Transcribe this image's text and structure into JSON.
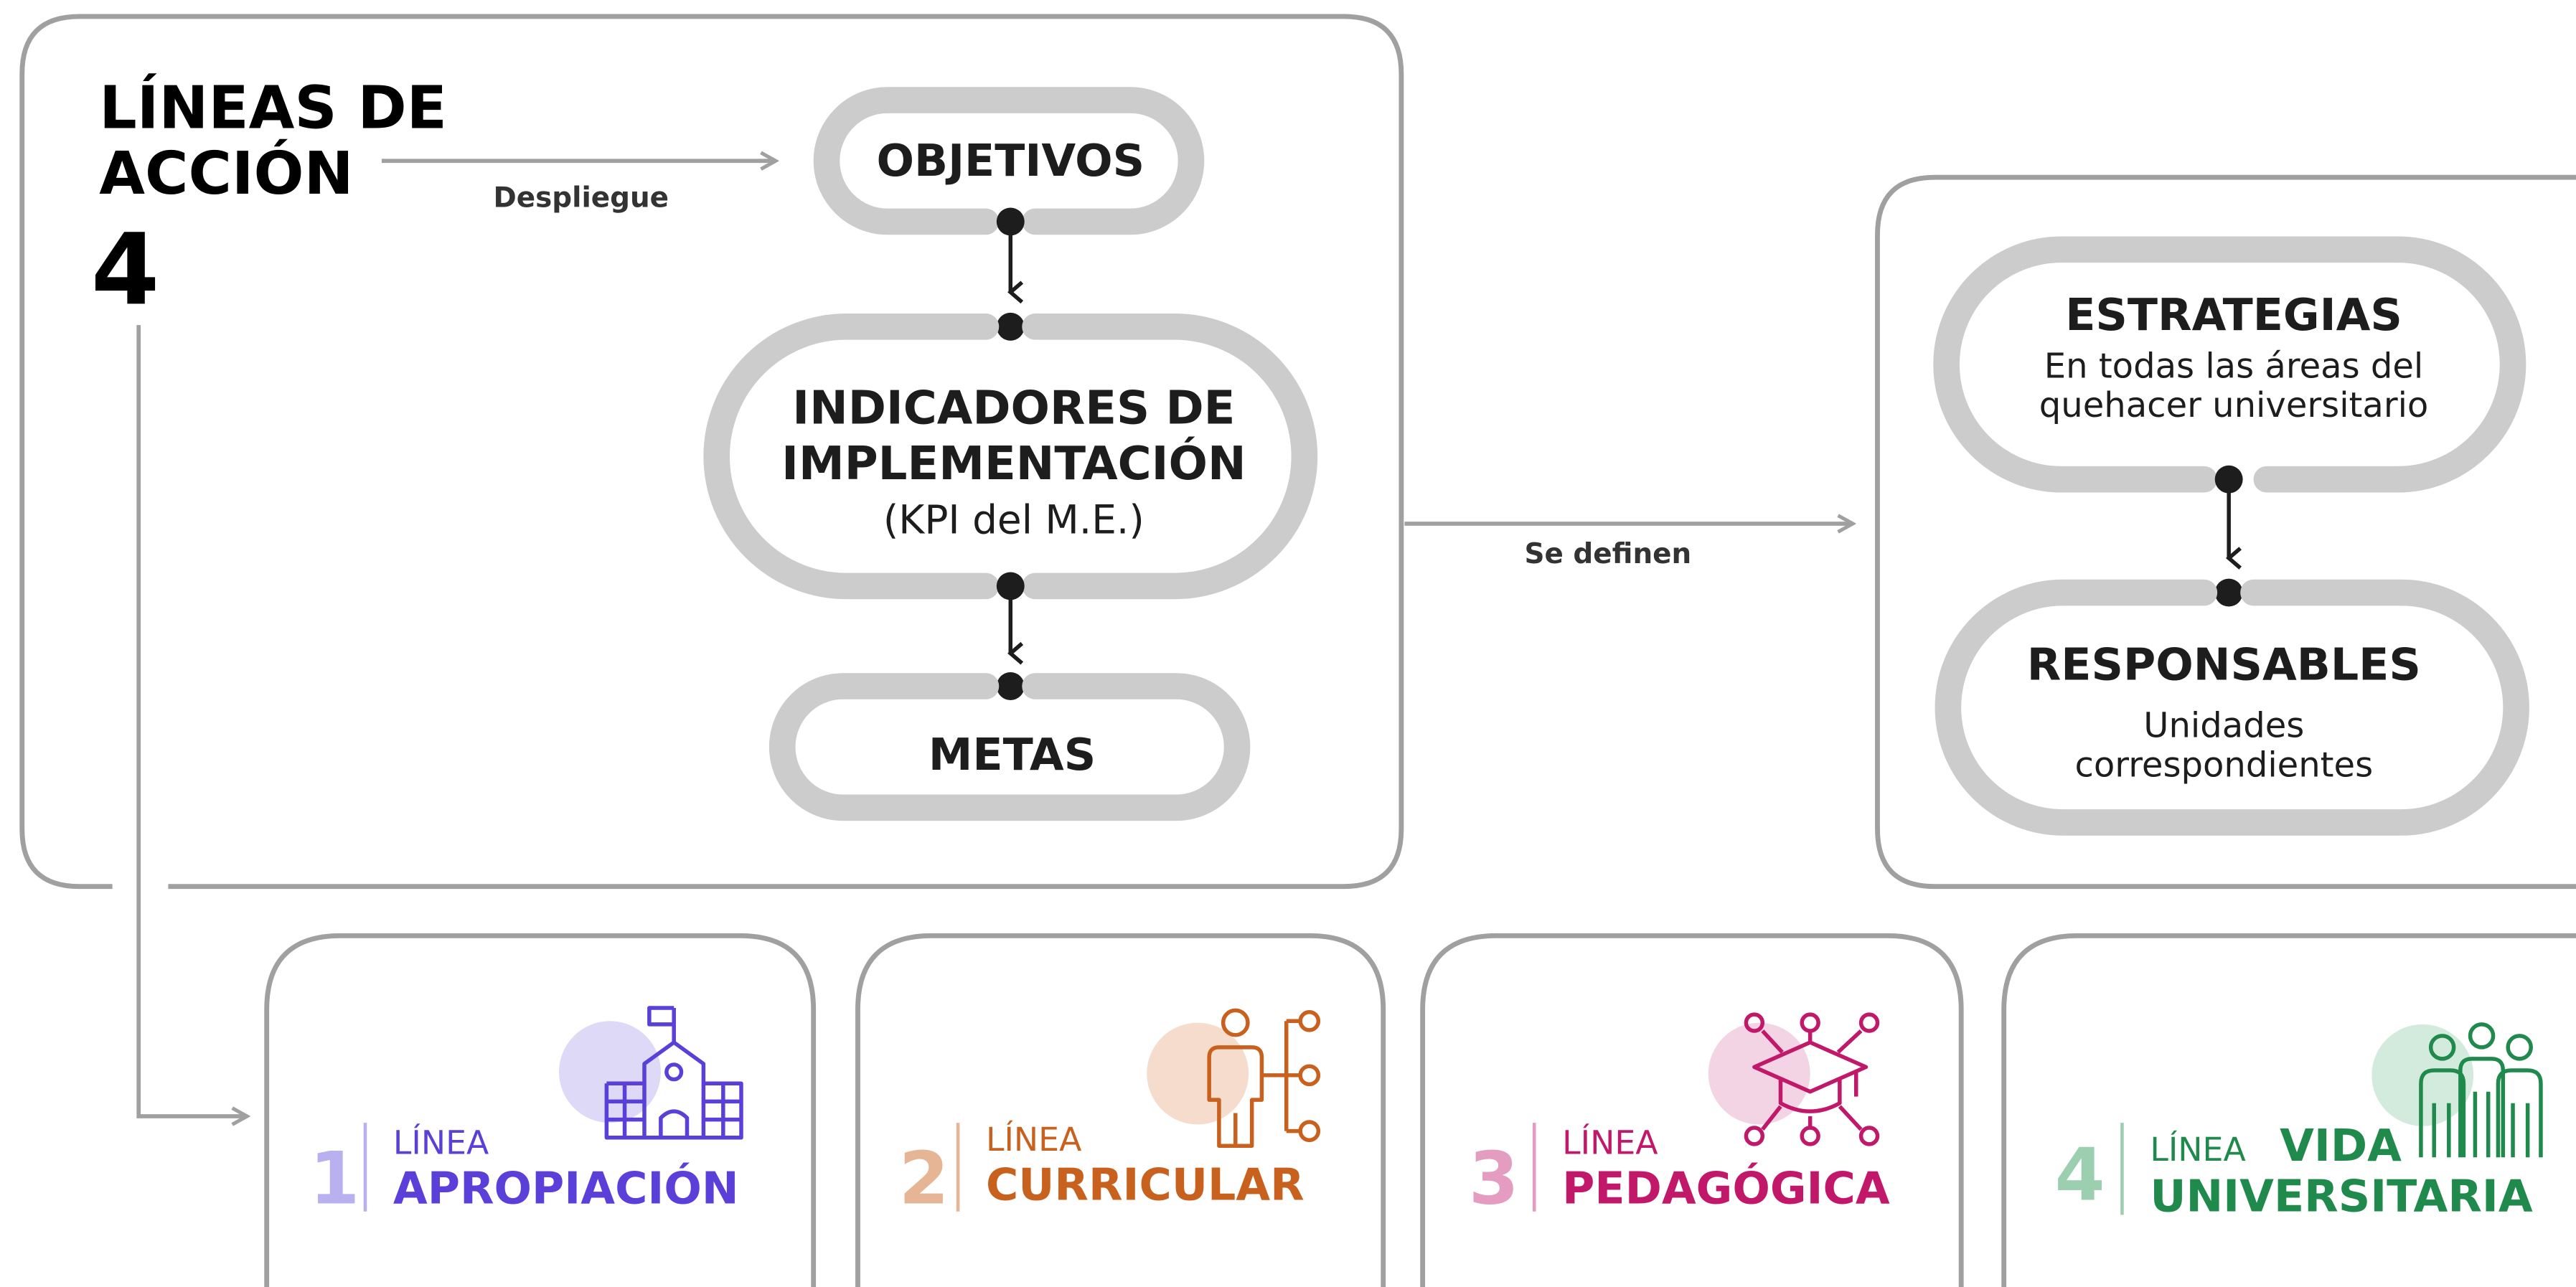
{
  "header": {
    "title_line1": "LÍNEAS DE",
    "title_line2": "ACCIÓN",
    "count": "4"
  },
  "arrow_labels": {
    "despliegue": "Despliegue",
    "se_definen": "Se definen"
  },
  "flow": {
    "objetivos": "OBJETIVOS",
    "indicadores_line1": "INDICADORES DE",
    "indicadores_line2": "IMPLEMENTACIÓN",
    "indicadores_sub": "(KPI del M.E.)",
    "metas": "METAS"
  },
  "right_panel": {
    "estrategias": "ESTRATEGIAS",
    "estrategias_sub1": "En todas las áreas del",
    "estrategias_sub2": "quehacer universitario",
    "responsables": "RESPONSABLES",
    "responsables_sub1": "Unidades",
    "responsables_sub2": "correspondientes"
  },
  "lines": [
    {
      "number": "1",
      "prefix": "LÍNEA",
      "name": "APROPIACIÓN",
      "name2": "",
      "color": "#5a3fd8",
      "light": "#b9b0ef",
      "circle": "#ddd9f6",
      "icon": "school-icon"
    },
    {
      "number": "2",
      "prefix": "LÍNEA",
      "name": "CURRICULAR",
      "name2": "",
      "color": "#c8611e",
      "light": "#e6b595",
      "circle": "#f5dccc",
      "icon": "person-network-icon"
    },
    {
      "number": "3",
      "prefix": "LÍNEA",
      "name": "PEDAGÓGICA",
      "name2": "",
      "color": "#c2186a",
      "light": "#e49cc0",
      "circle": "#f3d4e4",
      "icon": "graduation-cap-network-icon"
    },
    {
      "number": "4",
      "prefix": "LÍNEA",
      "name": "VIDA",
      "name2": "UNIVERSITARIA",
      "color": "#1f8a4c",
      "light": "#9ccfb0",
      "circle": "#d3ebdc",
      "icon": "people-group-icon"
    }
  ],
  "colors": {
    "outline": "#a0a0a0",
    "pill": "#cccccc",
    "text": "#1d1d1d"
  }
}
